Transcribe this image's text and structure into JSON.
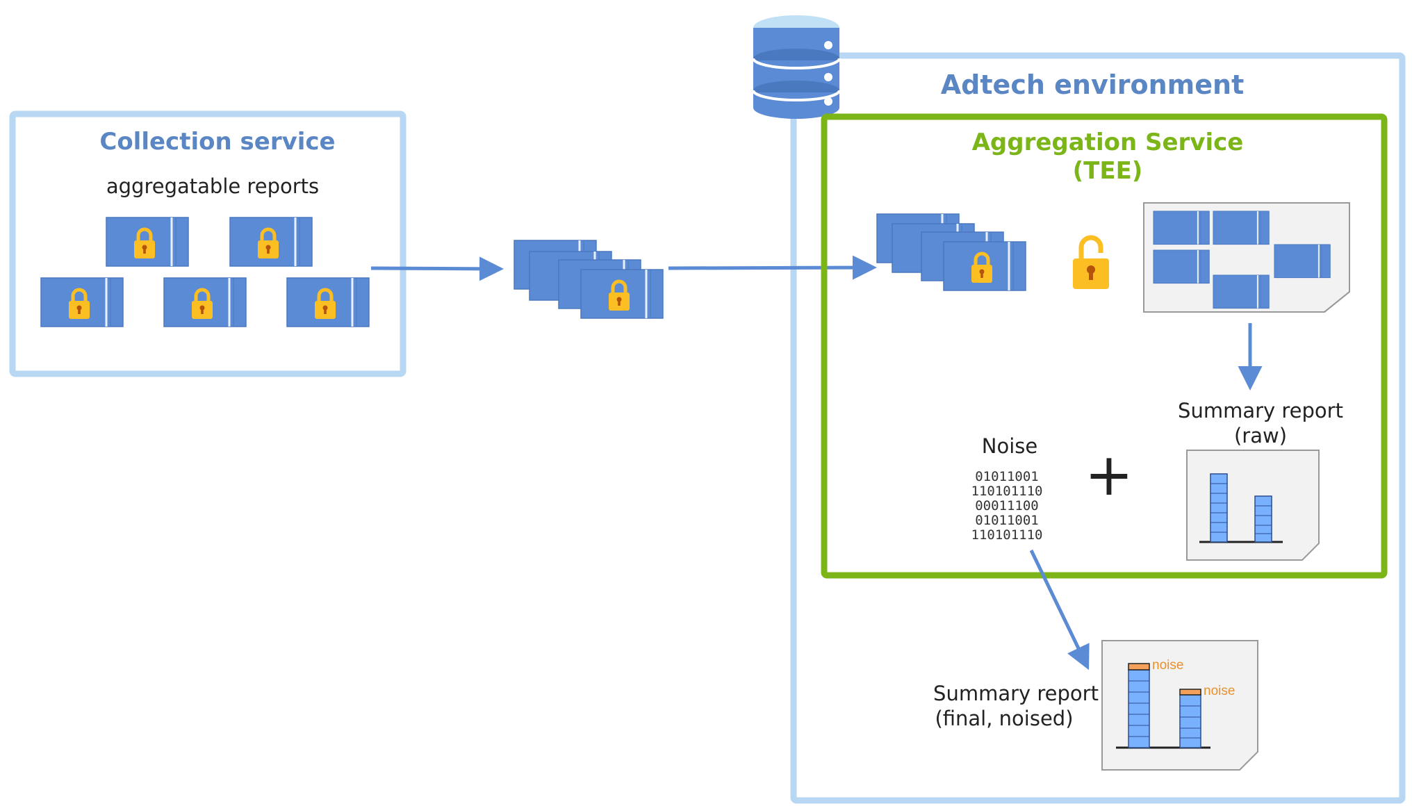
{
  "adtech": {
    "title": "Adtech environment"
  },
  "collection": {
    "title": "Collection service",
    "subtitle": "aggregatable reports"
  },
  "aggregation": {
    "title_line1": "Aggregation Service",
    "title_line2": "(TEE)"
  },
  "noise": {
    "label": "Noise",
    "bits": [
      "01011001",
      "110101110",
      "00011100",
      "01011001",
      "110101110"
    ]
  },
  "summary_raw": {
    "line1": "Summary report",
    "line2": "(raw)"
  },
  "summary_final": {
    "line1": "Summary report",
    "line2": "(final, noised)",
    "noise_tag": "noise"
  },
  "operator": "+",
  "colors": {
    "light_blue": "#b7d7f2",
    "title_blue": "#5b86c4",
    "report_blue": "#5b8bd4",
    "green": "#7cb518",
    "lock": "#fbbf24",
    "noise_orange": "#e8912d"
  }
}
